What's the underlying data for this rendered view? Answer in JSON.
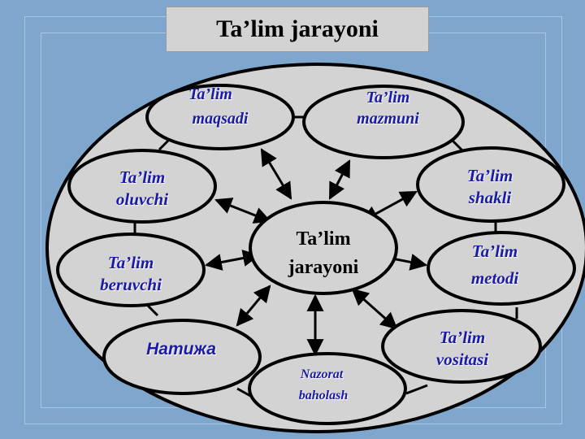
{
  "title": "Ta’lim jarayoni",
  "center": {
    "line1": "Ta’lim",
    "line2": "jarayoni"
  },
  "nodes": {
    "maqsadi": {
      "line1": "Ta’lim",
      "line2": "maqsadi"
    },
    "mazmuni": {
      "line1": "Ta’lim",
      "line2": "mazmuni"
    },
    "oluvchi": {
      "line1": "Ta’lim",
      "line2": "oluvchi"
    },
    "shakli": {
      "line1": "Ta’lim",
      "line2": "shakli"
    },
    "beruvchi": {
      "line1": "Ta’lim",
      "line2": "beruvchi"
    },
    "metodi": {
      "line1": "Ta’lim",
      "line2": "metodi"
    },
    "natija": {
      "line1": "Натижа"
    },
    "vositasi": {
      "line1": "Ta’lim",
      "line2": "vositasi"
    },
    "nazorat": {
      "line1": "Nazorat",
      "line2": "baholash"
    }
  },
  "colors": {
    "background": "#7fa6cc",
    "ellipse_fill": "#d3d3d3",
    "label": "#1a1aa8",
    "stroke": "#000000"
  }
}
